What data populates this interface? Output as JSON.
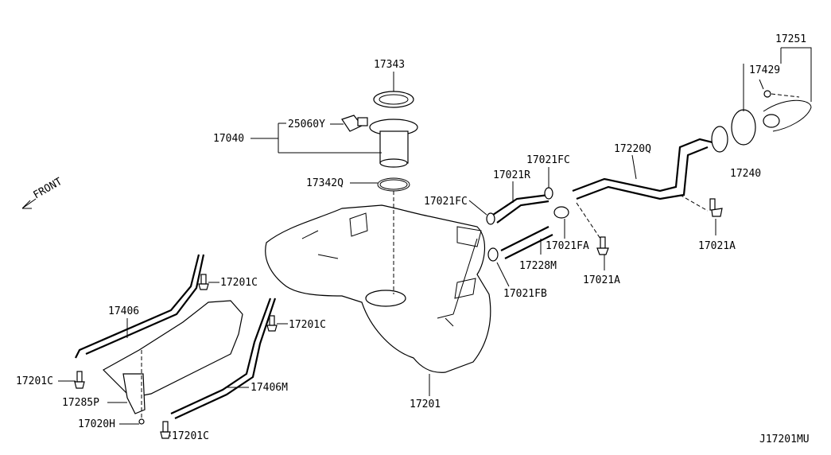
{
  "diagram": {
    "code": "J17201MU",
    "front_label": "FRONT",
    "labels": {
      "pump_seal_ring": "17343",
      "sender_unit": "25060Y",
      "pump_assembly": "17040",
      "pump_packing": "17342Q",
      "clamp_top": "17021FC",
      "hose_r": "17021R",
      "clamp_left": "17021FC",
      "filler_tube": "17220Q",
      "cap_assembly": "17251",
      "cap_ring": "17429",
      "filler_cap": "17240",
      "bolt_right": "17021A",
      "clamp_fa": "17021FA",
      "filler_hose": "17228M",
      "bolt_center": "17021A",
      "clamp_fb": "17021FB",
      "bolt_strap_top": "17201C",
      "bolt_strap_mid": "17201C",
      "bolt_left": "17201C",
      "bolt_bottom": "17201C",
      "strap_left": "17406",
      "strap_right": "17406M",
      "protector": "17285P",
      "nut": "17020H",
      "fuel_tank": "17201"
    }
  }
}
